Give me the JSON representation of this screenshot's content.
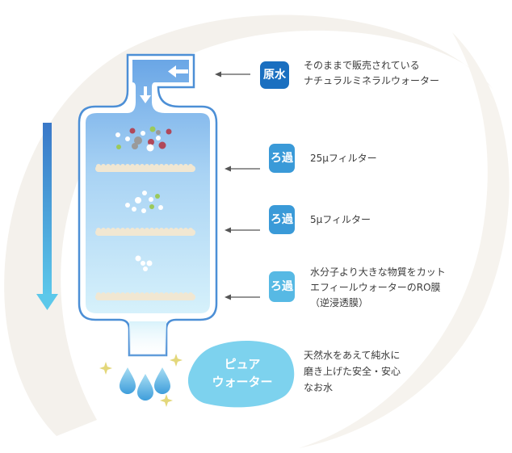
{
  "source": {
    "badge": "原水",
    "lines": [
      "そのままで販売されている",
      "ナチュラルミネラルウォーター"
    ]
  },
  "stages": [
    {
      "badge": "ろ過",
      "lines": [
        "25μフィルター"
      ]
    },
    {
      "badge": "ろ過",
      "lines": [
        "5μフィルター"
      ]
    },
    {
      "badge": "ろ過",
      "lines": [
        "水分子より大きな物質をカット",
        "エフィールウォーターのRO膜",
        "（逆浸透膜）"
      ]
    }
  ],
  "pure_water": {
    "label_lines": [
      "ピュア",
      "ウォーター"
    ],
    "desc_lines": [
      "天然水をあえて純水に",
      "磨き上げた安全・安心",
      "なお水"
    ]
  },
  "colors": {
    "badge_dark": "#1a6fc0",
    "badge_mid": "#3a9ad8",
    "badge_light": "#57b9e4",
    "pure_bubble": "#7dd2ee",
    "tank_outline": "#4c8fd6",
    "arrow_top": "#3a78c8",
    "arrow_bottom": "#5cc8ea",
    "particle_red": "#b0485a",
    "particle_green": "#9bc95a",
    "particle_gray": "#9a9a9a",
    "filter": "#f1e7d2",
    "sparkle": "#e3d77a"
  },
  "icons": [
    "flow-arrow-icon",
    "sparkle-icon",
    "water-drop-icon",
    "pointer-arrow-icon"
  ]
}
